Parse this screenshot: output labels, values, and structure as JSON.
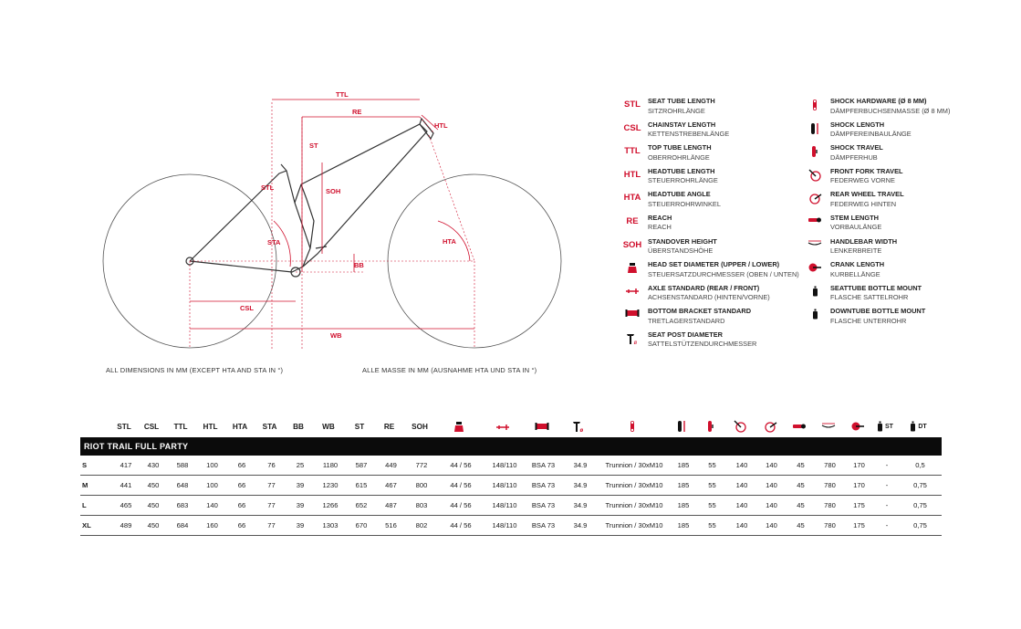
{
  "diagram": {
    "labels": {
      "ttl": "TTL",
      "re": "RE",
      "st": "ST",
      "htl": "HTL",
      "stl": "STL",
      "soh": "SOH",
      "sta": "STA",
      "hta": "HTA",
      "bb": "BB",
      "csl": "CSL",
      "wb": "WB"
    },
    "accent": "#d0102d"
  },
  "notes": {
    "english": "ALL DIMENSIONS IN MM (EXCEPT HTA AND STA IN °)",
    "german": "ALLE MASSE IN MM (AUSNAHME HTA UND STA IN °)"
  },
  "legend": {
    "left": [
      {
        "abbr": "STL",
        "en": "SEAT TUBE LENGTH",
        "de": "SITZROHRLÄNGE"
      },
      {
        "abbr": "CSL",
        "en": "CHAINSTAY LENGTH",
        "de": "KETTENSTREBENLÄNGE"
      },
      {
        "abbr": "TTL",
        "en": "TOP TUBE LENGTH",
        "de": "OBERROHRLÄNGE"
      },
      {
        "abbr": "HTL",
        "en": "HEADTUBE LENGTH",
        "de": "STEUERROHRLÄNGE"
      },
      {
        "abbr": "HTA",
        "en": "HEADTUBE ANGLE",
        "de": "STEUERROHRWINKEL"
      },
      {
        "abbr": "RE",
        "en": "REACH",
        "de": "REACH"
      },
      {
        "abbr": "SOH",
        "en": "STANDOVER HEIGHT",
        "de": "ÜBERSTANDSHÖHE"
      },
      {
        "icon": "headset-icon",
        "en": "HEAD SET DIAMETER (UPPER / LOWER)",
        "de": "STEUERSATZDURCHMESSER (OBEN / UNTEN)"
      },
      {
        "icon": "axle-icon",
        "en": "AXLE STANDARD (REAR / FRONT)",
        "de": "ACHSENSTANDARD (HINTEN/VORNE)"
      },
      {
        "icon": "bottom-bracket-icon",
        "en": "BOTTOM BRACKET STANDARD",
        "de": "TRETLAGERSTANDARD"
      },
      {
        "icon": "seatpost-icon",
        "en": "SEAT POST DIAMETER",
        "de": "SATTELSTÜTZENDURCHMESSER"
      }
    ],
    "right": [
      {
        "icon": "shock-hardware-icon",
        "en": "SHOCK HARDWARE (Ø 8 MM)",
        "de": "DÄMPFERBUCHSENMASSE (Ø 8 MM)"
      },
      {
        "icon": "shock-length-icon",
        "en": "SHOCK LENGTH",
        "de": "DÄMPFEREINBAULÄNGE"
      },
      {
        "icon": "shock-travel-icon",
        "en": "SHOCK TRAVEL",
        "de": "DÄMPFERHUB"
      },
      {
        "icon": "fork-travel-icon",
        "en": "FRONT FORK TRAVEL",
        "de": "FEDERWEG VORNE"
      },
      {
        "icon": "rear-travel-icon",
        "en": "REAR WHEEL TRAVEL",
        "de": "FEDERWEG HINTEN"
      },
      {
        "icon": "stem-icon",
        "en": "STEM LENGTH",
        "de": "VORBAULÄNGE"
      },
      {
        "icon": "handlebar-icon",
        "en": "HANDLEBAR WIDTH",
        "de": "LENKERBREITE"
      },
      {
        "icon": "crank-icon",
        "en": "CRANK LENGTH",
        "de": "KURBELLÄNGE"
      },
      {
        "icon": "seattube-bottle-icon",
        "en": "SEATTUBE BOTTLE MOUNT",
        "de": "FLASCHE SATTELROHR"
      },
      {
        "icon": "downtube-bottle-icon",
        "en": "DOWNTUBE BOTTLE MOUNT",
        "de": "FLASCHE UNTERROHR"
      }
    ]
  },
  "table": {
    "headers": [
      "",
      "STL",
      "CSL",
      "TTL",
      "HTL",
      "HTA",
      "STA",
      "BB",
      "WB",
      "ST",
      "RE",
      "SOH",
      {
        "icon": "headset-icon"
      },
      {
        "icon": "axle-icon"
      },
      {
        "icon": "bottom-bracket-icon"
      },
      {
        "icon": "seatpost-icon"
      },
      {
        "icon": "shock-hardware-icon"
      },
      {
        "icon": "shock-length-icon"
      },
      {
        "icon": "shock-travel-icon"
      },
      {
        "icon": "fork-travel-icon"
      },
      {
        "icon": "rear-travel-icon"
      },
      {
        "icon": "stem-icon"
      },
      {
        "icon": "handlebar-icon"
      },
      {
        "icon": "crank-icon"
      },
      {
        "icon": "seattube-bottle-icon",
        "text": "ST"
      },
      {
        "icon": "downtube-bottle-icon",
        "text": "DT"
      }
    ],
    "model": "RIOT TRAIL FULL PARTY",
    "rows": [
      [
        "S",
        "417",
        "430",
        "588",
        "100",
        "66",
        "76",
        "25",
        "1180",
        "587",
        "449",
        "772",
        "44 / 56",
        "148/110",
        "BSA 73",
        "34.9",
        "Trunnion / 30xM10",
        "185",
        "55",
        "140",
        "140",
        "45",
        "780",
        "170",
        "-",
        "0,5"
      ],
      [
        "M",
        "441",
        "450",
        "648",
        "100",
        "66",
        "77",
        "39",
        "1230",
        "615",
        "467",
        "800",
        "44 / 56",
        "148/110",
        "BSA 73",
        "34.9",
        "Trunnion / 30xM10",
        "185",
        "55",
        "140",
        "140",
        "45",
        "780",
        "170",
        "-",
        "0,75"
      ],
      [
        "L",
        "465",
        "450",
        "683",
        "140",
        "66",
        "77",
        "39",
        "1266",
        "652",
        "487",
        "803",
        "44 / 56",
        "148/110",
        "BSA 73",
        "34.9",
        "Trunnion / 30xM10",
        "185",
        "55",
        "140",
        "140",
        "45",
        "780",
        "175",
        "-",
        "0,75"
      ],
      [
        "XL",
        "489",
        "450",
        "684",
        "160",
        "66",
        "77",
        "39",
        "1303",
        "670",
        "516",
        "802",
        "44 / 56",
        "148/110",
        "BSA 73",
        "34.9",
        "Trunnion / 30xM10",
        "185",
        "55",
        "140",
        "140",
        "45",
        "780",
        "175",
        "-",
        "0,75"
      ]
    ]
  }
}
